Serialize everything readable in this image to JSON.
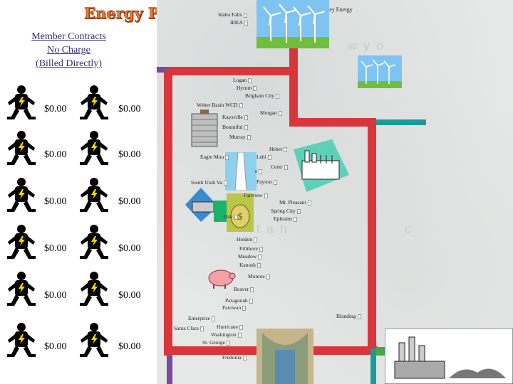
{
  "header": {
    "title": "Energy Price"
  },
  "contracts": {
    "lines": [
      "Member Contracts",
      "No Charge",
      "(Billed Directly)"
    ]
  },
  "prices": [
    "$0.00",
    "$0.00",
    "$0.00",
    "$0.00",
    "$0.00",
    "$0.00",
    "$0.00",
    "$0.00",
    "$0.00",
    "$0.00",
    "$0.00",
    "$0.00"
  ],
  "map": {
    "states": {
      "wyo": "w y o",
      "utah": "t a h",
      "colo": "c"
    },
    "vendor": "ley Energy",
    "towns": [
      "Idaho Falls",
      "IDEA",
      "Logan",
      "Hyrum",
      "Brigham City",
      "Weber Basin WCD",
      "Morgan",
      "Kaysville",
      "Bountiful",
      "Murray",
      "Heber",
      "Eagle Mou",
      "Lehi",
      "Centr",
      "e",
      "South Utah Va",
      "Payson",
      "Fairview",
      "Mt. Pleasant",
      "Spring City",
      "Ephraim",
      "Oak",
      "Holden",
      "Fillmore",
      "Meadow",
      "Kanosh",
      "Monroe",
      "Beaver",
      "Paragonah",
      "Parowan",
      "Enterprise",
      "Santa Clara",
      "Hurricane",
      "Washington",
      "St. George",
      "Blanding",
      "Fredonia"
    ]
  },
  "colors": {
    "title": "#f07a2b",
    "road_red": "#d9363b",
    "road_purple": "#7b4a9b",
    "road_teal": "#1b9a9a"
  }
}
